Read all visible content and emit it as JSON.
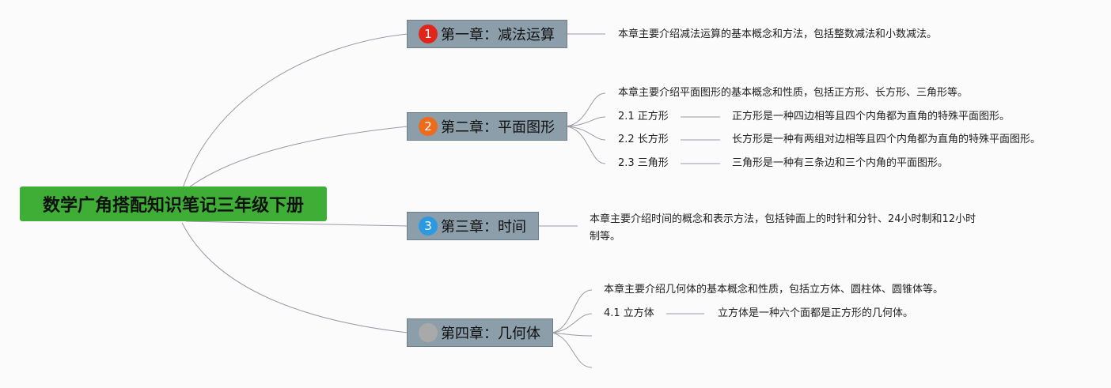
{
  "root": {
    "title": "数学广角搭配知识笔记三年级下册"
  },
  "colors": {
    "root_bg": "#3fae37",
    "chapter_bg": "#8b9eaa",
    "line": "#9a9aa6",
    "badge1": "#e0251b",
    "badge2": "#ec6b1d",
    "badge3": "#2b9ae0",
    "badge4": "#a9a9a9"
  },
  "chapters": [
    {
      "badge": "1",
      "title": "第一章：减法运算",
      "summary": "本章主要介绍减法运算的基本概念和方法，包括整数减法和小数减法。"
    },
    {
      "badge": "2",
      "title": "第二章：平面图形",
      "summary": "本章主要介绍平面图形的基本概念和性质，包括正方形、长方形、三角形等。",
      "topics": [
        {
          "label": "2.1 正方形",
          "desc": "正方形是一种四边相等且四个内角都为直角的特殊平面图形。"
        },
        {
          "label": "2.2 长方形",
          "desc": "长方形是一种有两组对边相等且四个内角都为直角的特殊平面图形。"
        },
        {
          "label": "2.3 三角形",
          "desc": "三角形是一种有三条边和三个内角的平面图形。"
        }
      ]
    },
    {
      "badge": "3",
      "title": "第三章：时间",
      "summary": "本章主要介绍时间的概念和表示方法，包括钟面上的时针和分针、24小时制和12小时制等。"
    },
    {
      "badge": "",
      "title": "第四章：几何体",
      "summary": "本章主要介绍几何体的基本概念和性质，包括立方体、圆柱体、圆锥体等。",
      "topics": [
        {
          "label": "4.1 立方体",
          "desc": "立方体是一种六个面都是正方形的几何体。"
        }
      ]
    }
  ]
}
